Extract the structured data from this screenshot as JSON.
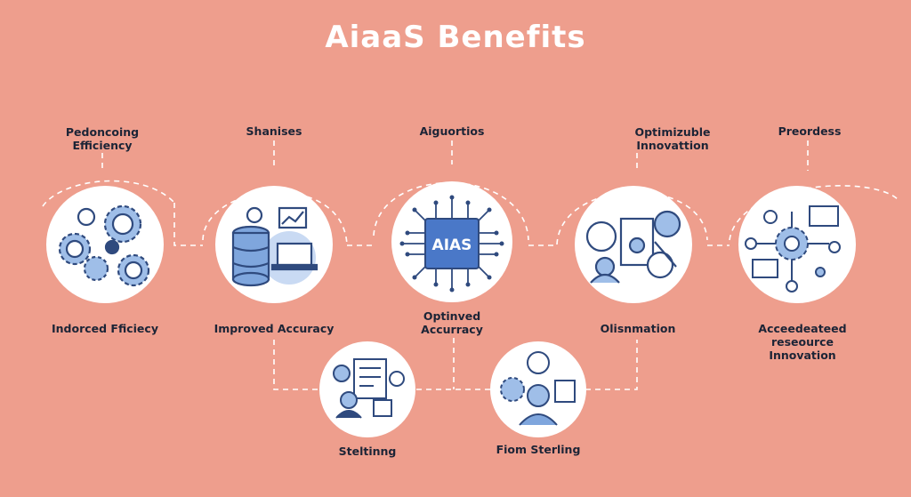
{
  "title": "AiaaS Benefits",
  "colors": {
    "background": "#EE9E8D",
    "circle_fill": "#FFFFFF",
    "icon_stroke": "#2F4A7E",
    "icon_fill": "#7FA6DD",
    "connector": "#FFFFFF"
  },
  "top_labels": [
    "Pedoncoing\nEfficiency",
    "Shanises",
    "Aiguortios",
    "Optimizuble\nInnovattion",
    "Preordess"
  ],
  "bottom_labels": [
    "Indorced Fficiecy",
    "Improved Accuracy",
    "Optinved\nAccurracy",
    "Olisnmation",
    "Acceedeateed\nreseource\nInnovation"
  ],
  "lower_labels": [
    "Steltinng",
    "Fiom Sterling"
  ],
  "center_chip_text": "AIAS",
  "icons": [
    "gears-people-icon",
    "database-lightbulb-chart-icon",
    "ai-chip-icon",
    "clipboard-people-icon",
    "network-gear-icon",
    "document-people-icon",
    "person-gears-icon"
  ]
}
